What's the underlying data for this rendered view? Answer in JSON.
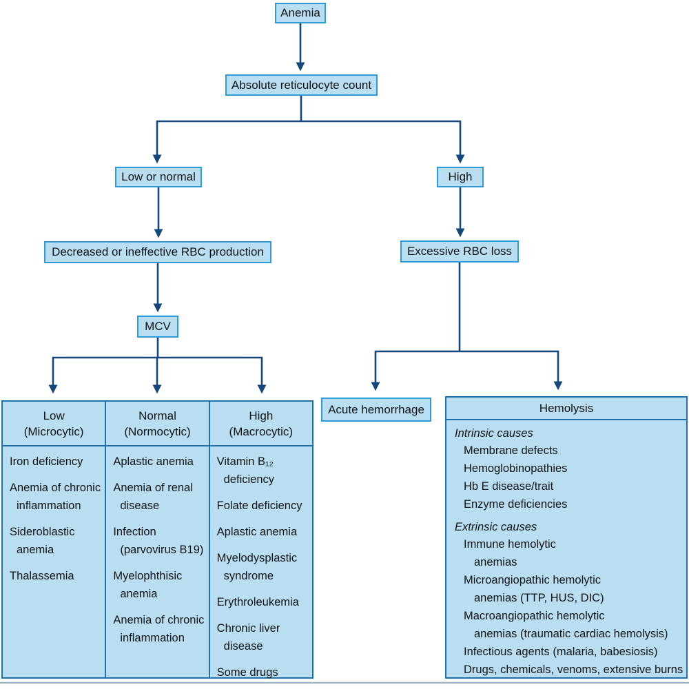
{
  "colors": {
    "fill": "#b9def1",
    "edge": "#2e9bd6",
    "edgedark": "#1e72ab",
    "line": "#14477e",
    "baseline": "#9fb6c2"
  },
  "nodes": {
    "anemia": {
      "label": "Anemia"
    },
    "reticulocyte": {
      "label": "Absolute reticulocyte count"
    },
    "low_or_normal": {
      "label": "Low or normal"
    },
    "high": {
      "label": "High"
    },
    "decreased_production": {
      "label": "Decreased or ineffective RBC production"
    },
    "excessive_loss": {
      "label": "Excessive RBC loss"
    },
    "mcv": {
      "label": "MCV"
    },
    "acute_hemorrhage": {
      "label": "Acute hemorrhage"
    }
  },
  "mcv_table": {
    "columns": [
      {
        "title": "Low\n(Microcytic)",
        "items": [
          "Iron deficiency",
          "Anemia of chronic\ninflammation",
          "Sideroblastic\nanemia",
          "Thalassemia"
        ]
      },
      {
        "title": "Normal\n(Normocytic)",
        "items": [
          "Aplastic anemia",
          "Anemia of renal\ndisease",
          "Infection\n(parvovirus B19)",
          "Myelophthisic\nanemia",
          "Anemia of chronic\ninflammation"
        ]
      },
      {
        "title": "High\n(Macrocytic)",
        "items": [
          "Vitamin B₁₂\ndeficiency",
          "Folate deficiency",
          "Aplastic anemia",
          "Myelodysplastic\nsyndrome",
          "Erythroleukemia",
          "Chronic liver\ndisease",
          "Some drugs"
        ]
      }
    ]
  },
  "hemolysis": {
    "title": "Hemolysis",
    "sections": [
      {
        "heading": "Intrinsic causes",
        "items": [
          "Membrane defects",
          "Hemoglobinopathies",
          "Hb E disease/trait",
          "Enzyme deficiencies"
        ]
      },
      {
        "heading": "Extrinsic causes",
        "items": [
          "Immune hemolytic\nanemias",
          "Microangiopathic hemolytic\nanemias (TTP, HUS, DIC)",
          "Macroangiopathic hemolytic\nanemias (traumatic cardiac hemolysis)",
          "Infectious agents (malaria, babesiosis)",
          "Drugs, chemicals, venoms, extensive burns"
        ]
      }
    ]
  }
}
